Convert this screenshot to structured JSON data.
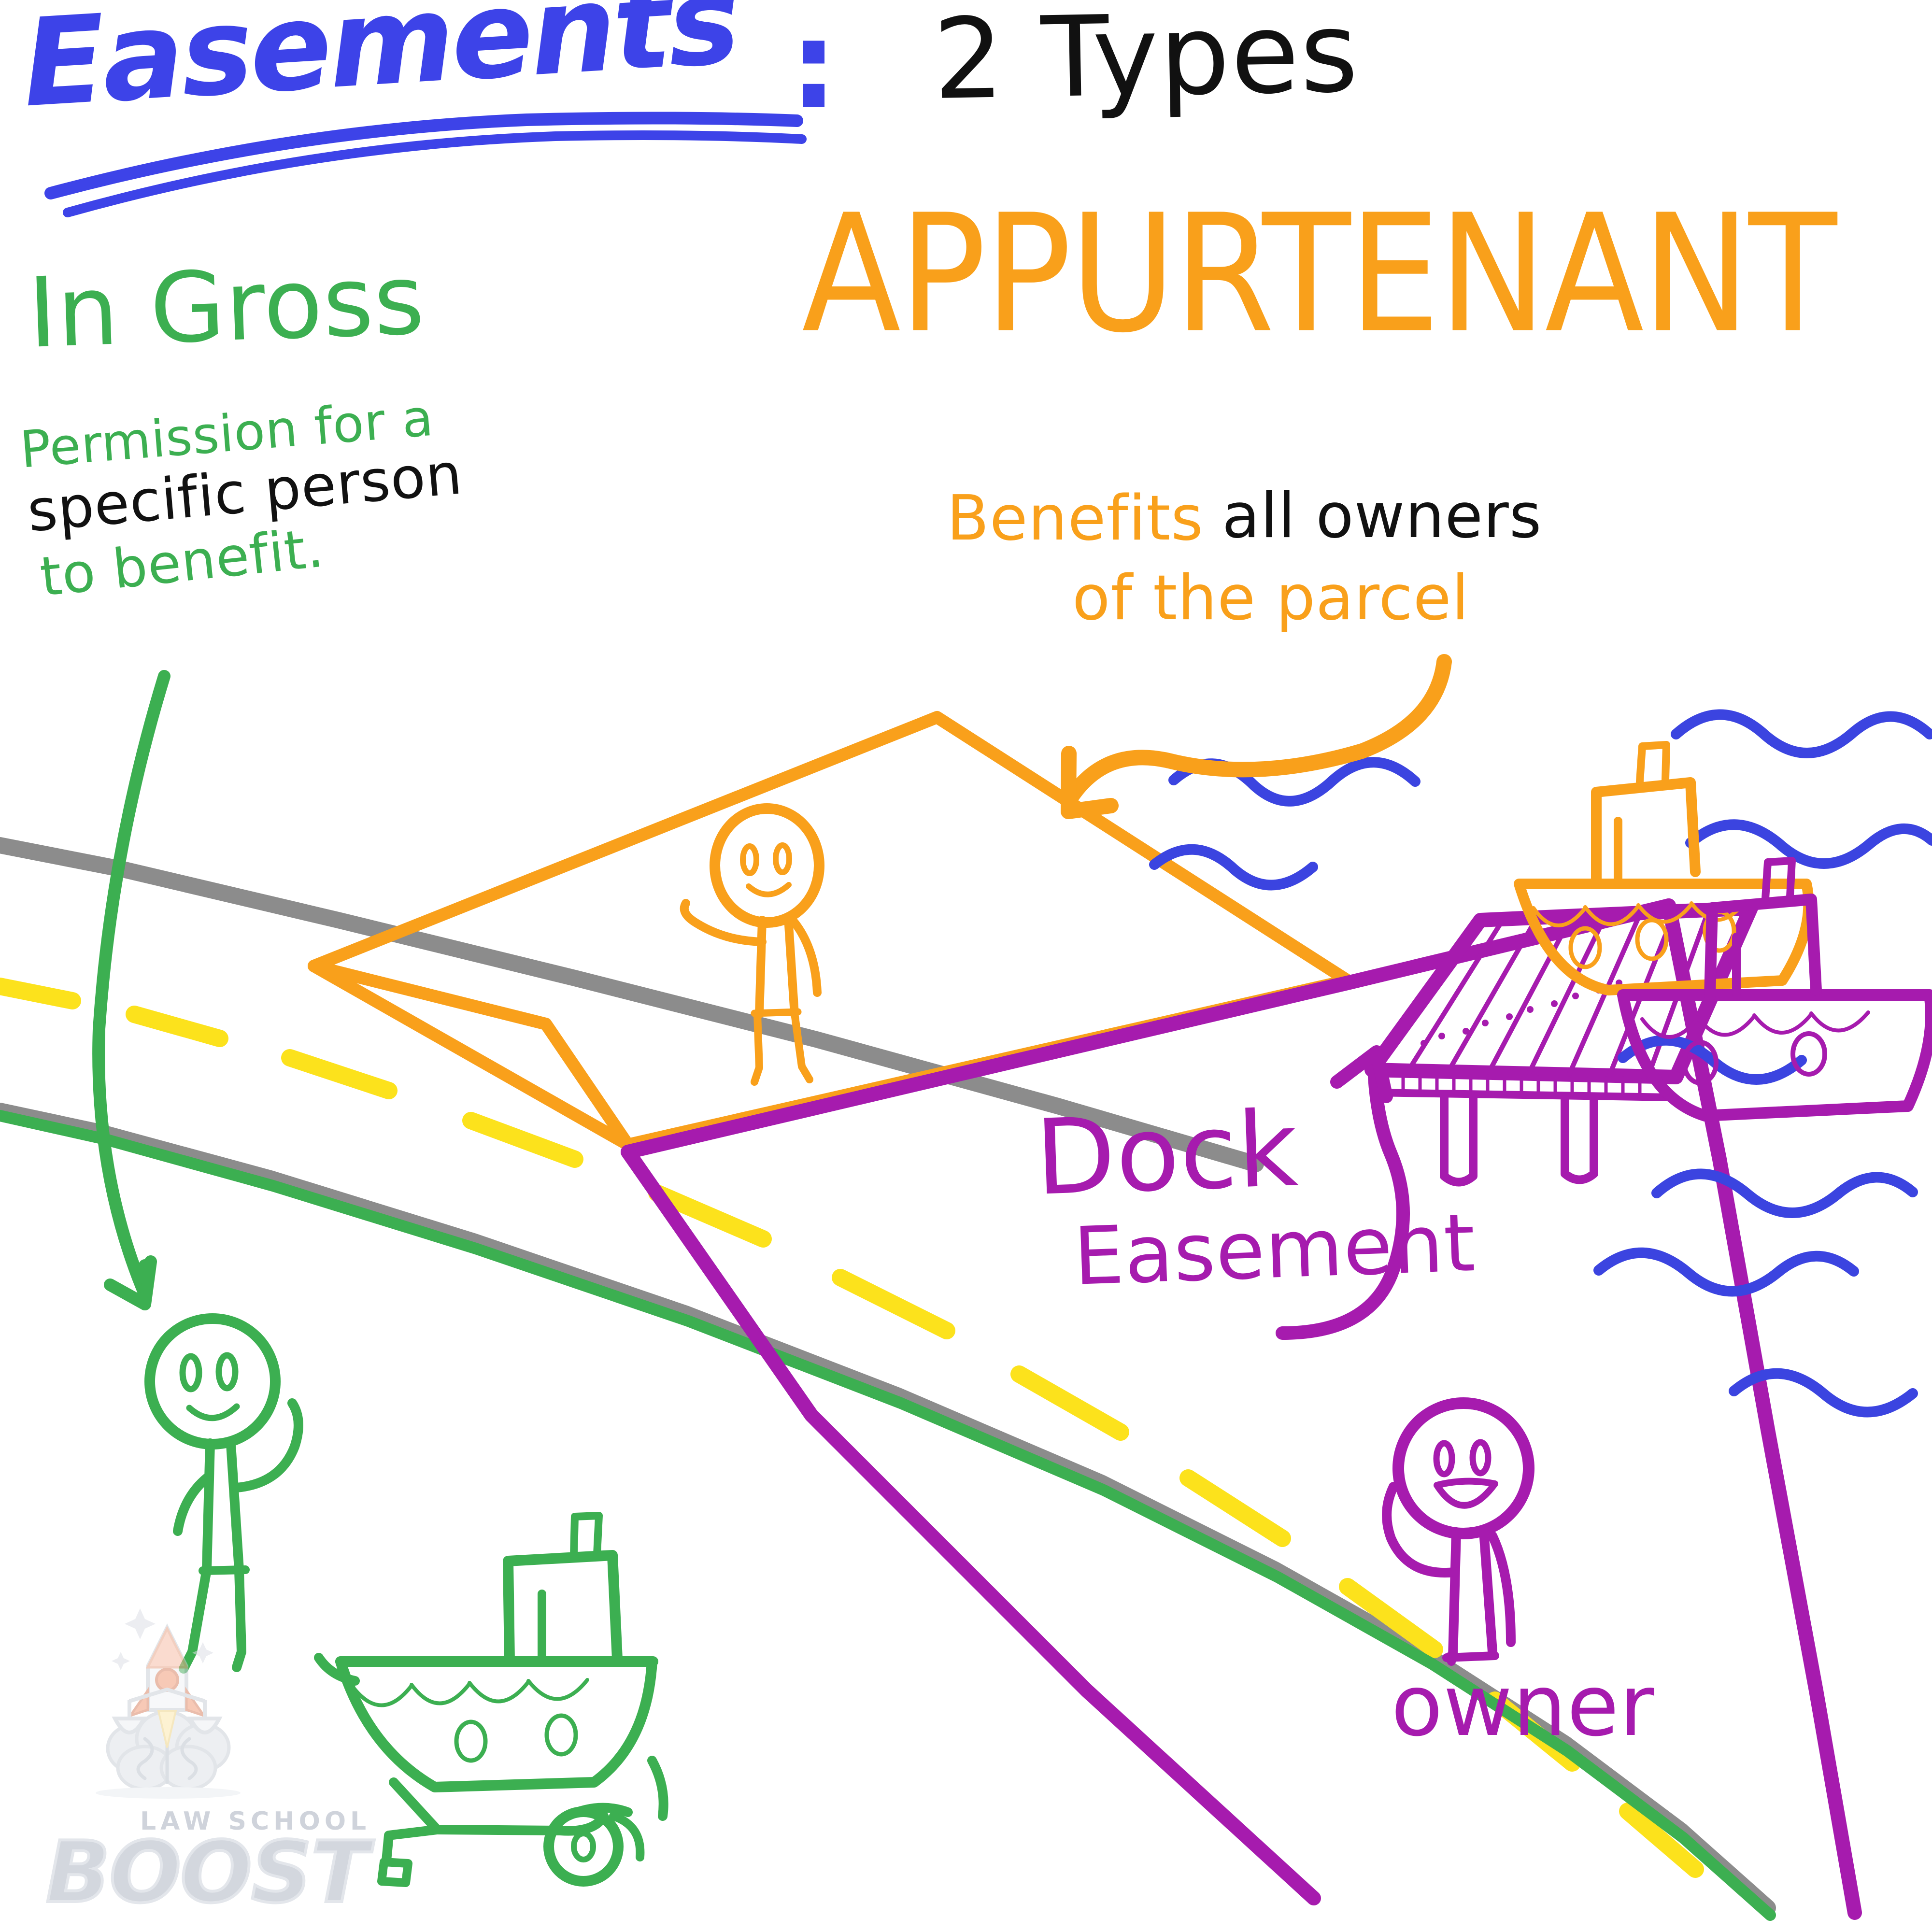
{
  "title": {
    "main": "Easements",
    "colon": ":",
    "types": "2 Types"
  },
  "in_gross": {
    "heading": "In Gross",
    "line1": "Permission for a",
    "line2": "specific person",
    "line3": "to benefit.",
    "color": "#3CAF51",
    "emphasis_color": "#111111"
  },
  "appurtenant": {
    "heading": "APPURTENANT",
    "line1a": "Benefits",
    "line1b": "all owners",
    "line2": "of the parcel",
    "color": "#F9A01B",
    "emphasis_color": "#111111"
  },
  "dock": {
    "label_line1": "Dock",
    "label_line2": "Easement",
    "color": "#A61BAE"
  },
  "owner": {
    "label": "owner",
    "color": "#A61BAE"
  },
  "logo": {
    "top_text": "LAW SCHOOL",
    "main_text": "BOOST",
    "icon": "rocket-brain-scales-icon",
    "color": "#D3D7DE"
  },
  "palette": {
    "title_blue": "#3D43E8",
    "green": "#3CAF51",
    "orange": "#F9A01B",
    "purple": "#A61BAE",
    "black": "#111111",
    "road_gray": "#8C8C8C",
    "lane_yellow": "#FCE21C",
    "water_blue": "#3B44E0",
    "background": "#FFFFFF"
  },
  "scene": {
    "road": "two-lane-road-with-dashed-yellow-center-line",
    "parcel": "orange-quadrilateral-parcel",
    "easement_strip": "purple-parcel-strip-to-water",
    "dock": "purple-wooden-dock-on-pilings",
    "boats": [
      "green-boat-on-trailer",
      "orange-boat-at-dock",
      "purple-boat-at-dock"
    ],
    "figures": [
      "green-stick-figure-in-gross",
      "orange-stick-figure-on-parcel",
      "purple-stick-figure-owner"
    ],
    "water": "blue-wavy-lines",
    "arrows": [
      "green-arrow-to-figure",
      "orange-arrow-to-parcel",
      "purple-arrow-to-dock"
    ]
  }
}
